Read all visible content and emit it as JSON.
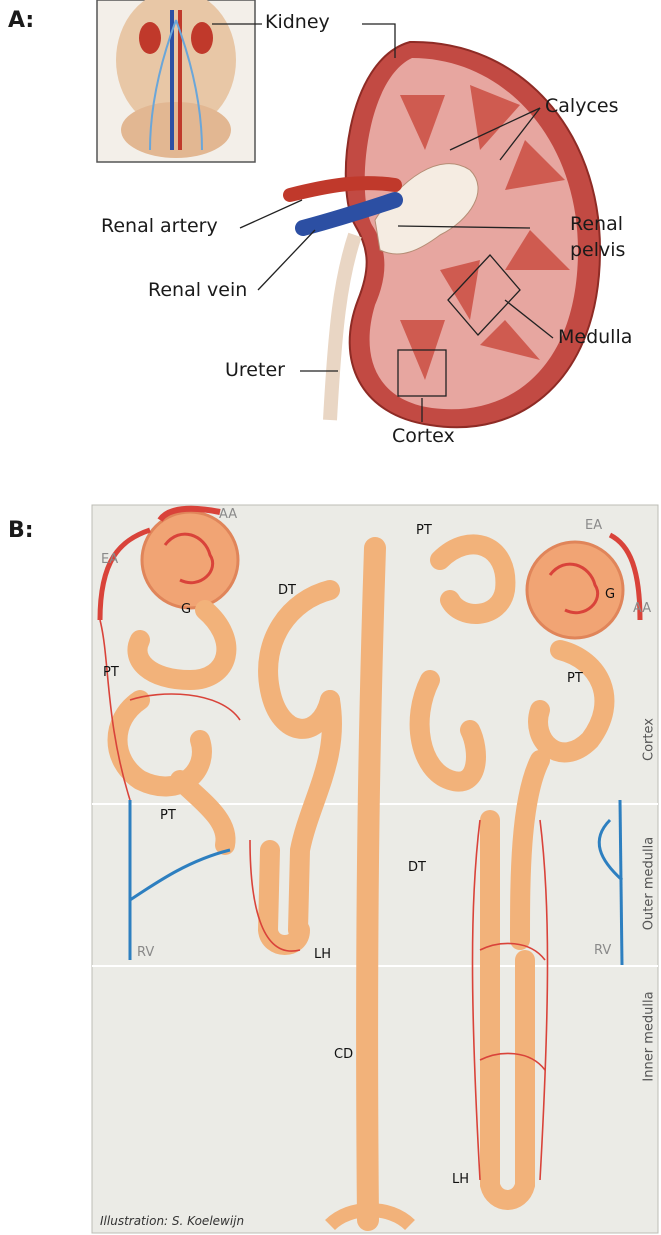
{
  "panel_a": {
    "letter": "A:",
    "labels": {
      "kidney": "Kidney",
      "calyces": "Calyces",
      "renal_artery": "Renal artery",
      "renal_pelvis": "Renal\npelvis",
      "renal_pelvis_line1": "Renal",
      "renal_pelvis_line2": "pelvis",
      "renal_vein": "Renal vein",
      "medulla": "Medulla",
      "ureter": "Ureter",
      "cortex": "Cortex"
    }
  },
  "panel_b": {
    "letter": "B:",
    "labels": {
      "aa_left": "AA",
      "ea_left": "EA",
      "g_left": "G",
      "pt_left_upper": "PT",
      "pt_left_lower": "PT",
      "rv_left": "RV",
      "dt_left": "DT",
      "lh_left": "LH",
      "cd": "CD",
      "pt_right_top": "PT",
      "ea_right": "EA",
      "g_right": "G",
      "aa_right": "AA",
      "pt_right": "PT",
      "dt_right": "DT",
      "rv_right": "RV",
      "lh_right": "LH"
    },
    "zones": {
      "cortex": "Cortex",
      "outer_medulla": "Outer medulla",
      "inner_medulla": "Inner medulla"
    },
    "credit": "Illustration: S. Koelewijn"
  },
  "colors": {
    "kidney_cortex": "#d9534f",
    "kidney_medulla": "#c0392b",
    "artery": "#c0392b",
    "vein": "#2c4fa3",
    "tubule": "#f2b27a",
    "capillary": "#d9433a",
    "vein_b": "#2d7fc0",
    "panel_b_bg": "#ebebe6"
  }
}
